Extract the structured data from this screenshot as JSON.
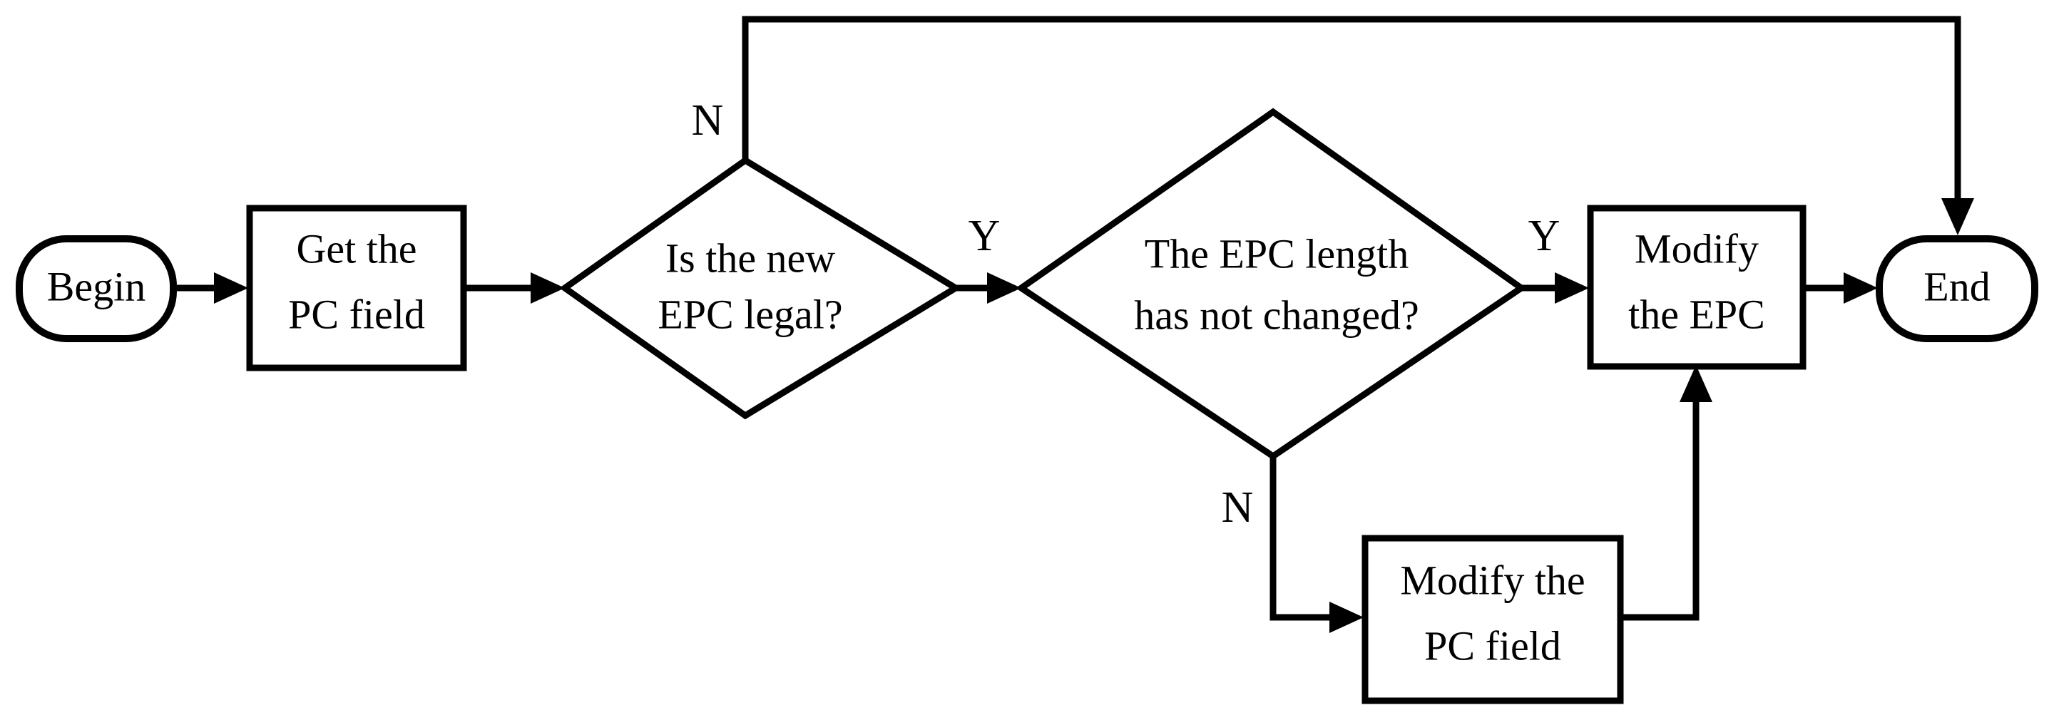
{
  "diagram": {
    "type": "flowchart",
    "title": "",
    "background_color": "#ffffff",
    "line_color": "#000000",
    "text_color": "#000000",
    "nodes": {
      "begin": {
        "label": "Begin",
        "shape": "terminator"
      },
      "get_pc": {
        "line1": "Get the",
        "line2": "PC field",
        "shape": "process"
      },
      "epc_legal": {
        "line1": "Is the new",
        "line2": "EPC legal?",
        "shape": "decision"
      },
      "epc_length": {
        "line1": "The EPC length",
        "line2": "has not changed?",
        "shape": "decision"
      },
      "modify_epc": {
        "line1": "Modify",
        "line2": "the EPC",
        "shape": "process"
      },
      "modify_pc": {
        "line1": "Modify the",
        "line2": "PC field",
        "shape": "process"
      },
      "end": {
        "label": "End",
        "shape": "terminator"
      }
    },
    "branch_labels": {
      "epc_legal_no": "N",
      "epc_legal_yes": "Y",
      "epc_length_yes": "Y",
      "epc_length_no": "N"
    }
  }
}
